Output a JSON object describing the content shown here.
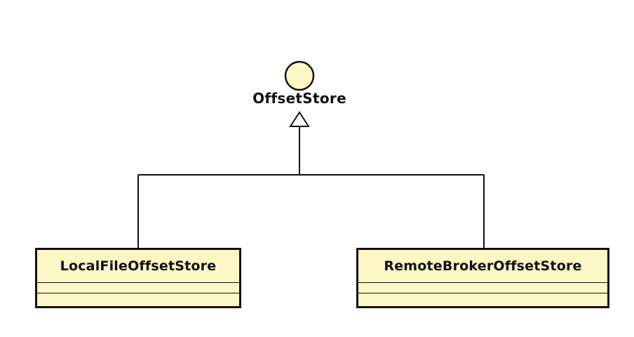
{
  "diagram": {
    "type": "uml-class-diagram",
    "colors": {
      "class_fill": "#fdf7c6",
      "interface_fill": "#fdf7c6",
      "stroke": "#111111"
    },
    "interface": {
      "name": "OffsetStore"
    },
    "classes": [
      {
        "name": "LocalFileOffsetStore"
      },
      {
        "name": "RemoteBrokerOffsetStore"
      }
    ],
    "relationships": [
      {
        "from": "LocalFileOffsetStore",
        "to": "OffsetStore",
        "kind": "realization"
      },
      {
        "from": "RemoteBrokerOffsetStore",
        "to": "OffsetStore",
        "kind": "realization"
      }
    ]
  }
}
